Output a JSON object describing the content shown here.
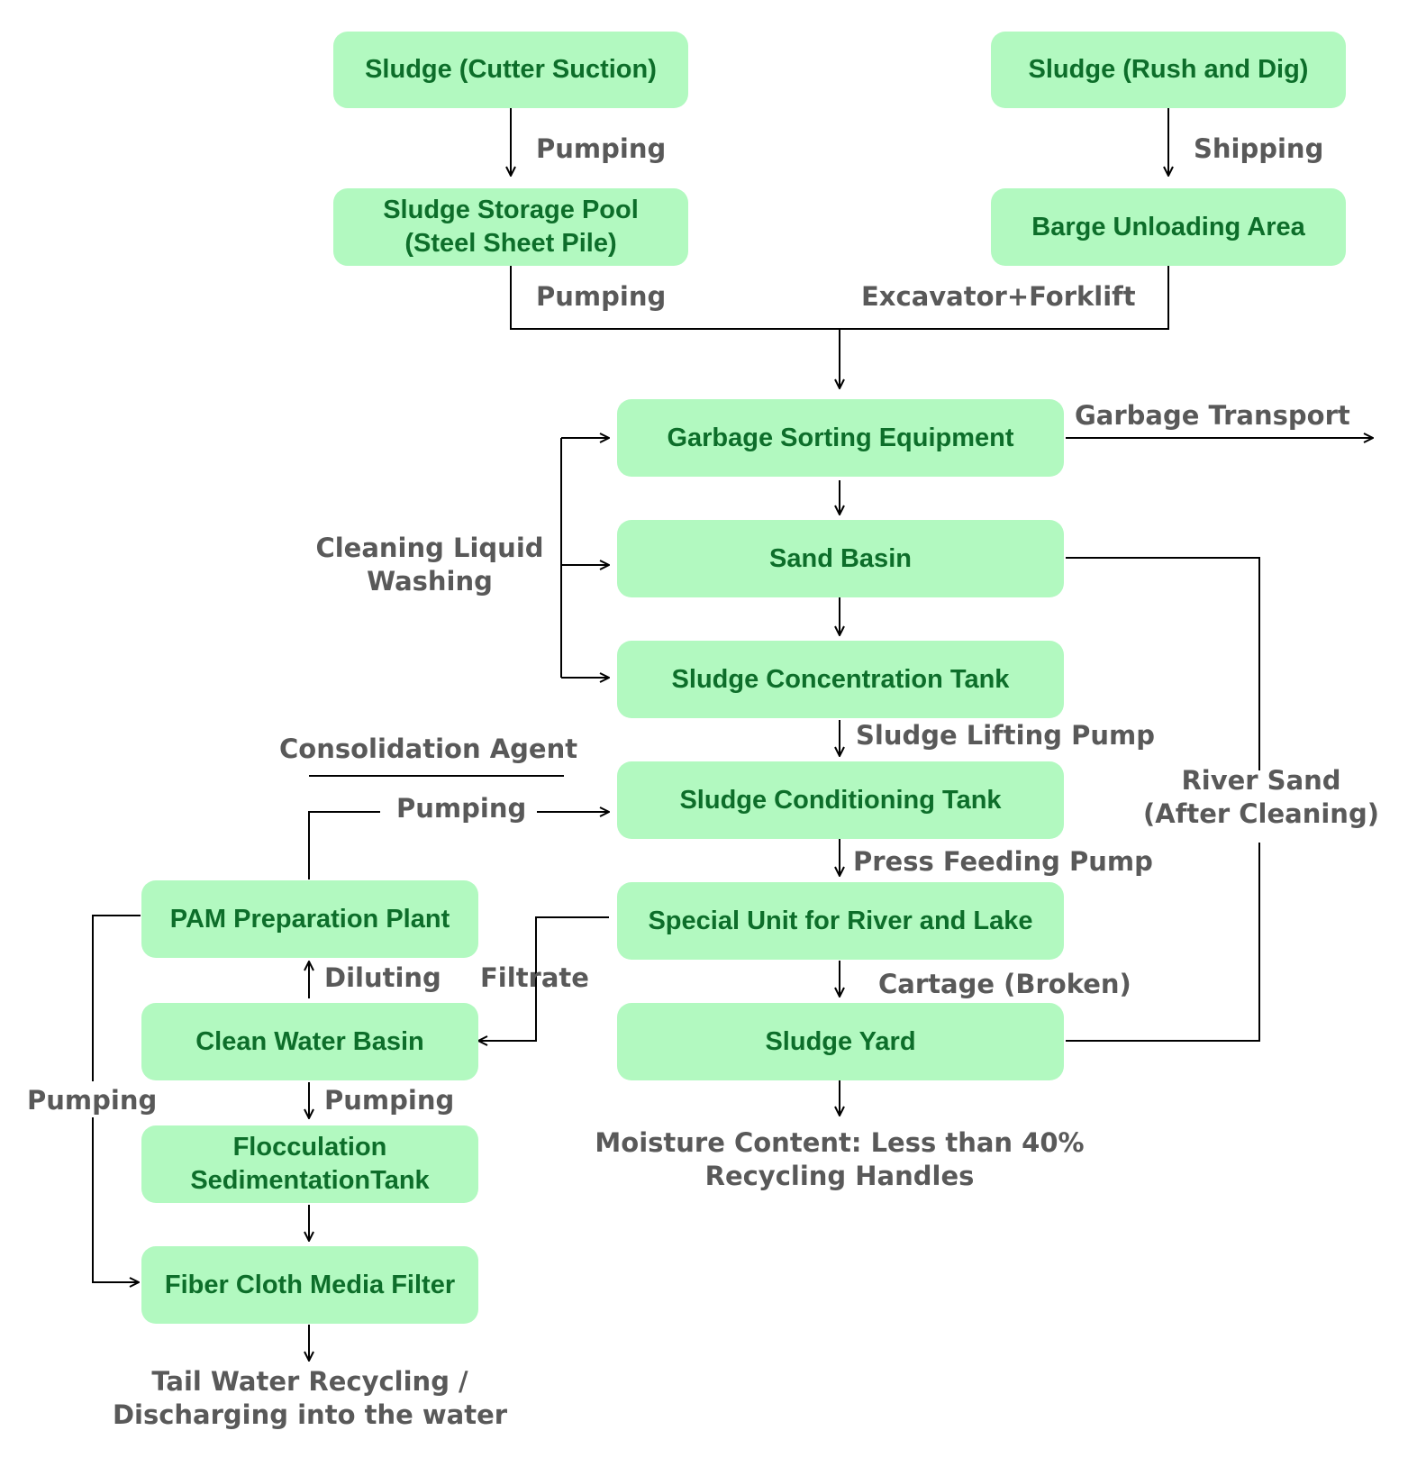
{
  "colors": {
    "node_fill": "#b2f9c0",
    "node_text": "#0d6e2a",
    "label_text": "#595959",
    "line": "#000000"
  },
  "nodes": {
    "sludge_cutter_suction": "Sludge (Cutter Suction)",
    "sludge_rush_dig": "Sludge (Rush and Dig)",
    "sludge_storage_pool": "Sludge Storage Pool\n(Steel Sheet Pile)",
    "barge_unloading_area": "Barge Unloading Area",
    "garbage_sorting_equipment": "Garbage Sorting Equipment",
    "sand_basin": "Sand Basin",
    "sludge_concentration_tank": "Sludge Concentration Tank",
    "sludge_conditioning_tank": "Sludge Conditioning Tank",
    "special_unit": "Special Unit for River and Lake",
    "sludge_yard": "Sludge Yard",
    "pam_preparation_plant": "PAM Preparation Plant",
    "clean_water_basin": "Clean Water Basin",
    "flocculation_tank": "Flocculation\nSedimentationTank",
    "fiber_cloth_filter": "Fiber Cloth Media Filter"
  },
  "labels": {
    "pumping_1": "Pumping",
    "shipping": "Shipping",
    "pumping_2": "Pumping",
    "excavator_forklift": "Excavator+Forklift",
    "garbage_transport": "Garbage Transport",
    "cleaning_liquid_washing": "Cleaning Liquid\nWashing",
    "sludge_lifting_pump": "Sludge Lifting Pump",
    "consolidation_agent": "Consolidation Agent",
    "pumping_3": "Pumping",
    "river_sand": "River Sand\n(After Cleaning)",
    "press_feeding_pump": "Press Feeding Pump",
    "diluting": "Diluting",
    "filtrate": "Filtrate",
    "cartage_broken": "Cartage (Broken)",
    "pumping_left": "Pumping",
    "pumping_4": "Pumping",
    "moisture_content": "Moisture Content: Less than 40%\nRecycling Handles",
    "tail_water": "Tail Water Recycling /\nDischarging into the water"
  }
}
